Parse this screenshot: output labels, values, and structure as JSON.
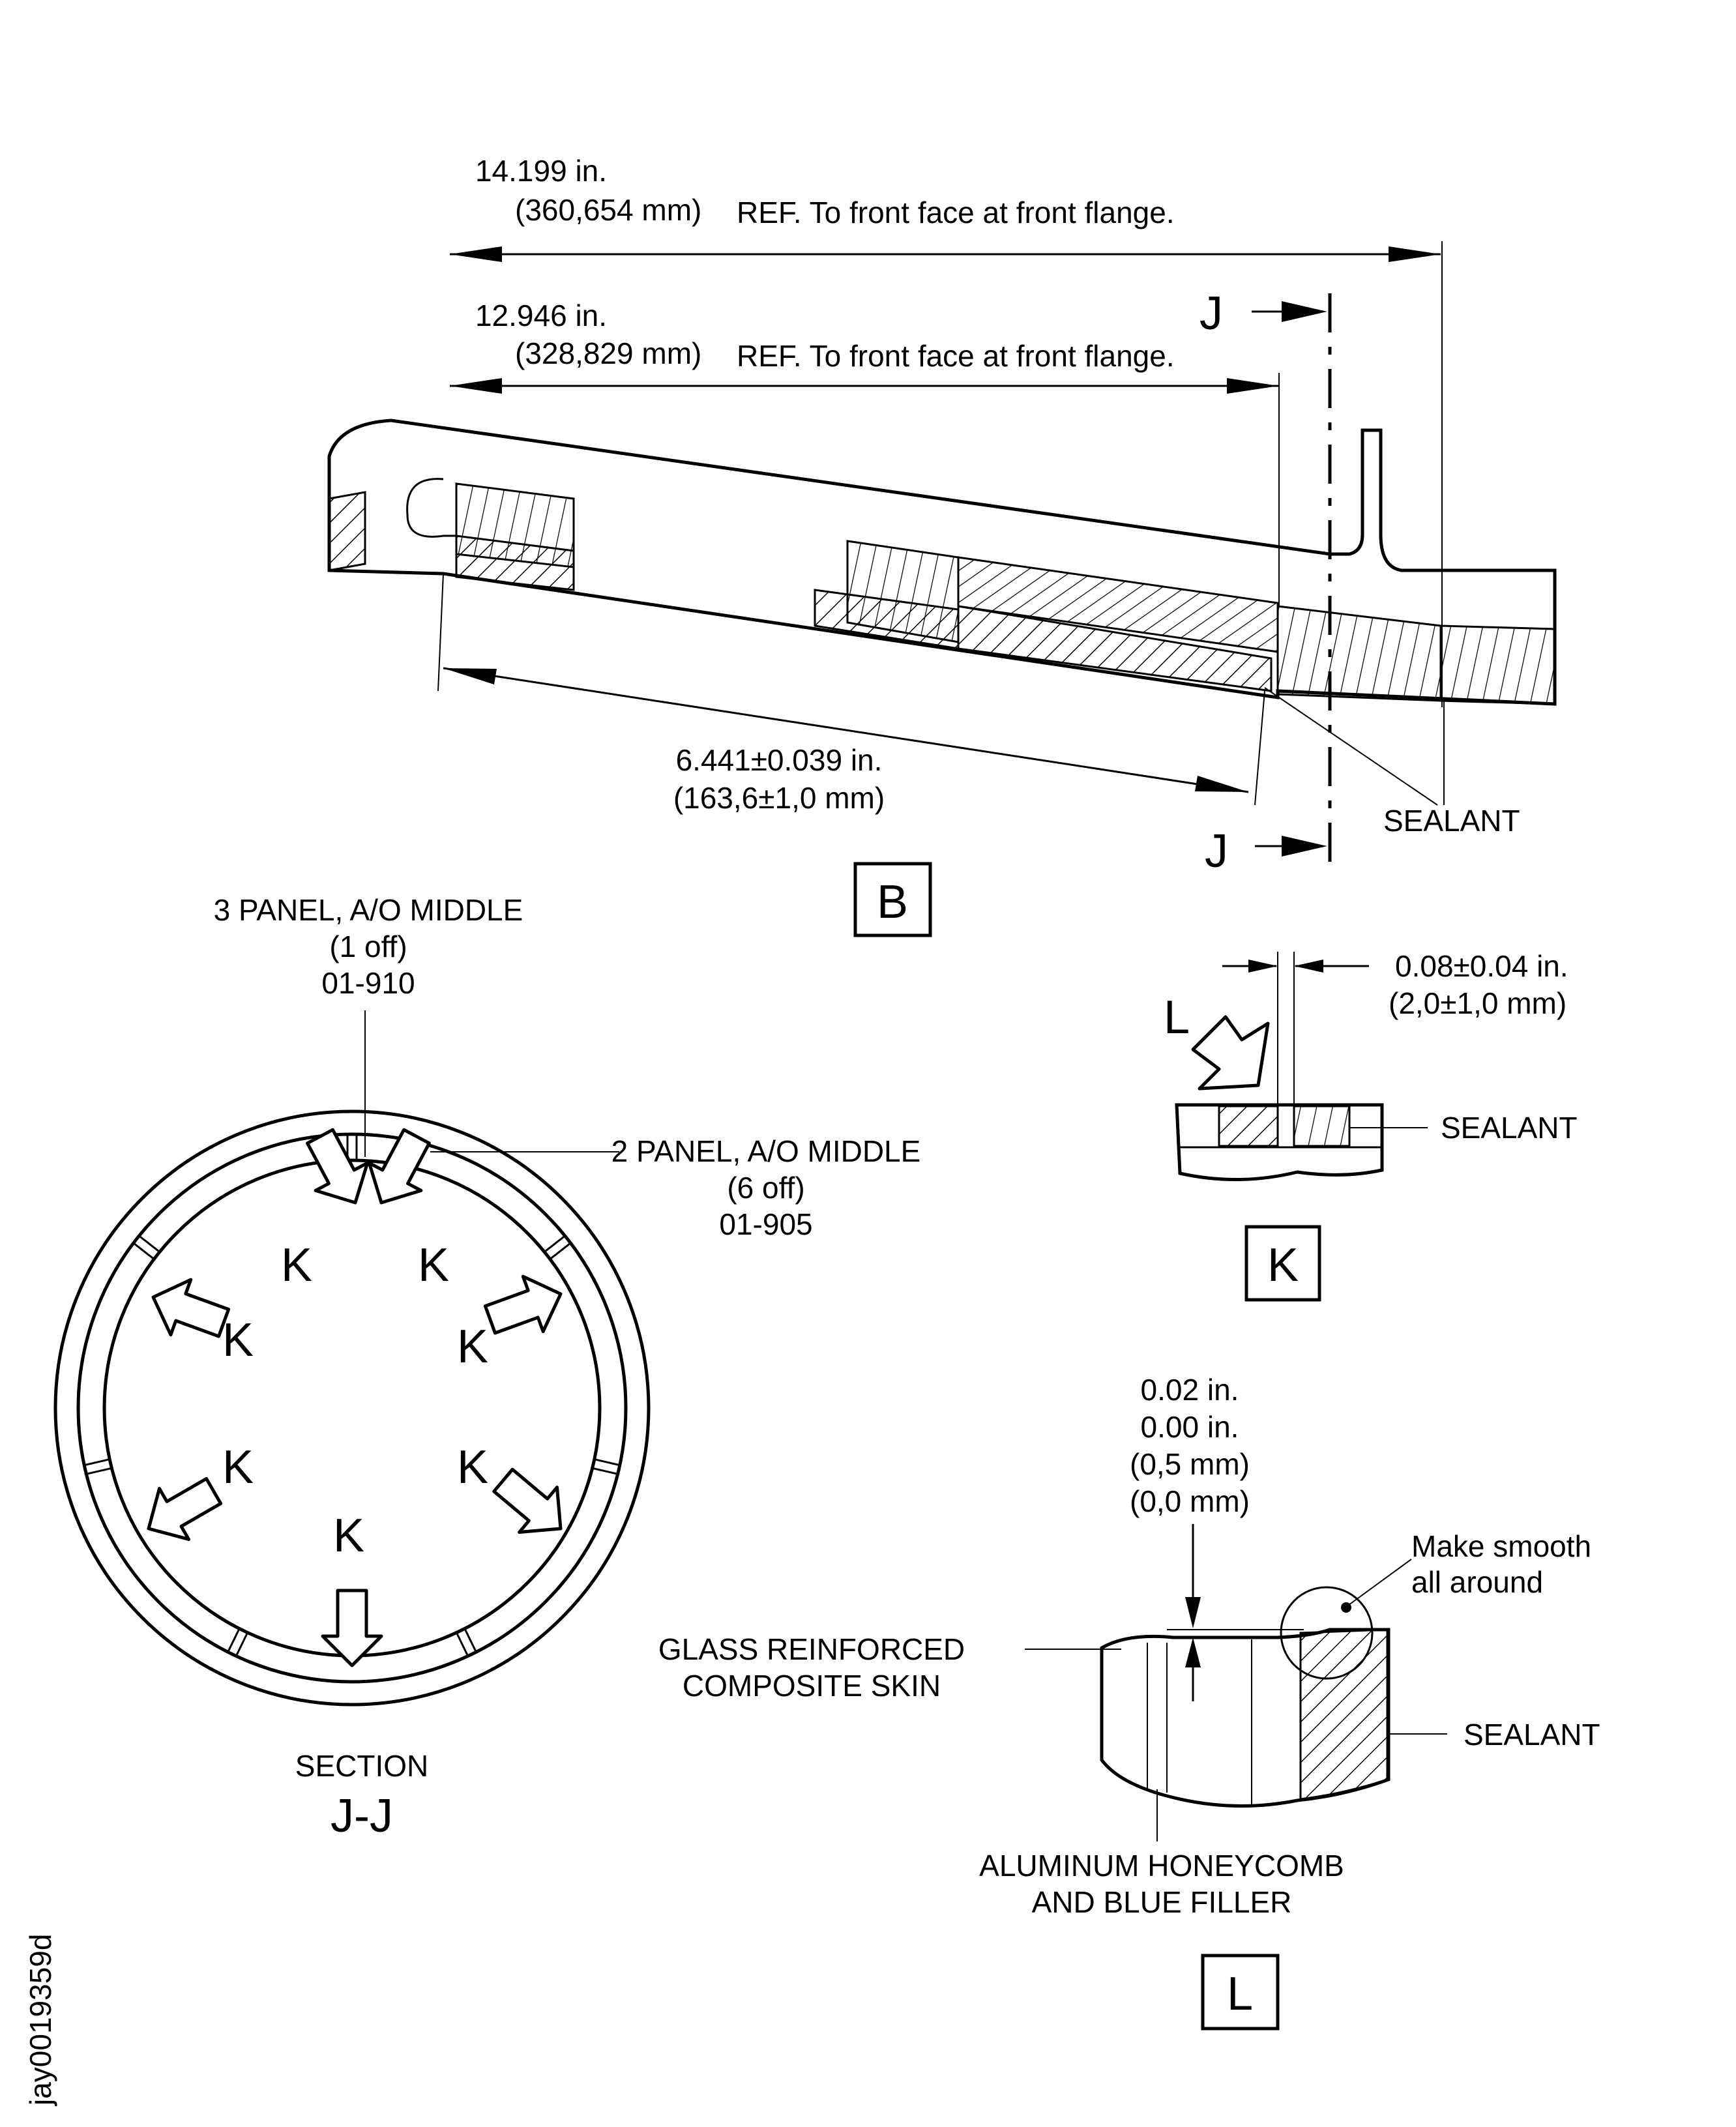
{
  "detail_b": {
    "dim1_in": "14.199 in.",
    "dim1_mm": "(360,654 mm)",
    "dim1_note": "REF.  To front face at front flange.",
    "dim2_in": "12.946 in.",
    "dim2_mm": "(328,829 mm)",
    "dim2_note": "REF.  To front face at front flange.",
    "dim3_in": "6.441±0.039 in.",
    "dim3_mm": "(163,6±1,0 mm)",
    "section_mark": "J",
    "sealant": "SEALANT",
    "label": "B"
  },
  "section_jj": {
    "top_panel_name": "3 PANEL, A/O MIDDLE",
    "top_panel_qty": "(1 off)",
    "top_panel_part": "01-910",
    "side_panel_name": "2 PANEL, A/O MIDDLE",
    "side_panel_qty": "(6 off)",
    "side_panel_part": "01-905",
    "view_marker": "K",
    "title_line1": "SECTION",
    "title_line2": "J-J"
  },
  "detail_k": {
    "view_marker": "L",
    "gap_in": "0.08±0.04 in.",
    "gap_mm": "(2,0±1,0 mm)",
    "sealant": "SEALANT",
    "label": "K"
  },
  "detail_l": {
    "tol_in_max": "0.02 in.",
    "tol_in_min": "0.00 in.",
    "tol_mm_max": "(0,5 mm)",
    "tol_mm_min": "(0,0 mm)",
    "note_line1": "Make smooth",
    "note_line2": "all around",
    "skin_line1": "GLASS REINFORCED",
    "skin_line2": "COMPOSITE SKIN",
    "sealant": "SEALANT",
    "core_line1": "ALUMINUM HONEYCOMB",
    "core_line2": "AND BLUE FILLER",
    "label": "L"
  },
  "figure_id": "jay0019359d"
}
